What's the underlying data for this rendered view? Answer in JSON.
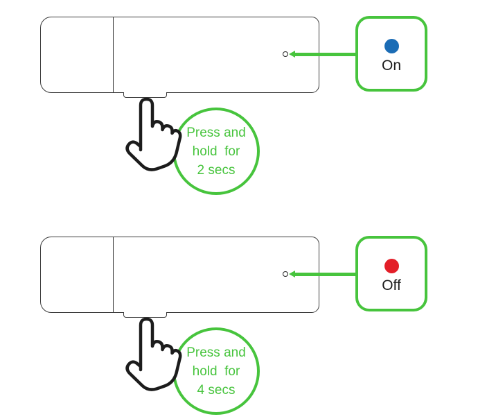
{
  "theme": {
    "accent_green": "#47c43d",
    "outline_dark": "#3a3a3a",
    "ink": "#1c1c1c",
    "bg": "#ffffff"
  },
  "sections": [
    {
      "id": "power-on",
      "instruction_lines": [
        "Press and",
        "hold  for",
        "2 secs"
      ],
      "indicator": {
        "label": "On",
        "dot_color": "#1b6cb5",
        "icon": "blue-led-dot"
      },
      "icons": {
        "hand": "pointing-hand",
        "led": "led-indicator",
        "button": "power-button-tab",
        "arrow": "connector-arrowhead"
      }
    },
    {
      "id": "power-off",
      "instruction_lines": [
        "Press and",
        "hold  for",
        "4 secs"
      ],
      "indicator": {
        "label": "Off",
        "dot_color": "#e31e28",
        "icon": "red-led-dot"
      },
      "icons": {
        "hand": "pointing-hand",
        "led": "led-indicator",
        "button": "power-button-tab",
        "arrow": "connector-arrowhead"
      }
    }
  ]
}
